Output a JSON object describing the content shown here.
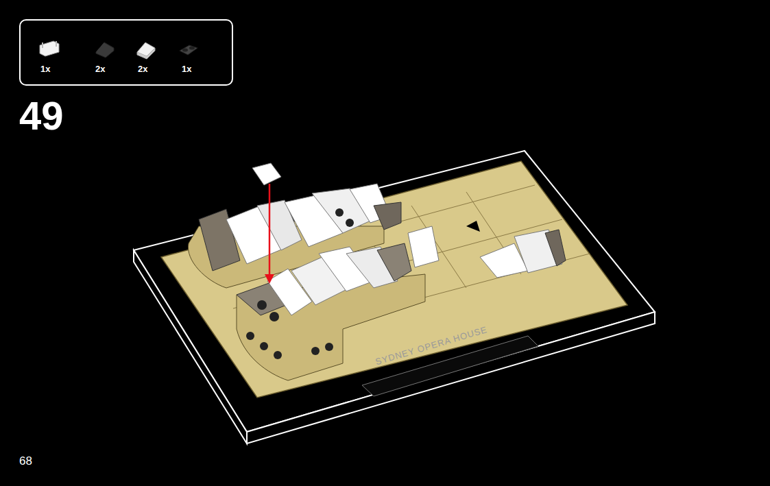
{
  "diagram": {
    "nodes": [
      {
        "text": [
          "1x",
          "2x",
          "2x",
          "1x"
        ]
      }
    ],
    "labels": [
      "49",
      "68",
      "SYDNEY OPERA HOUSE"
    ]
  }
}
